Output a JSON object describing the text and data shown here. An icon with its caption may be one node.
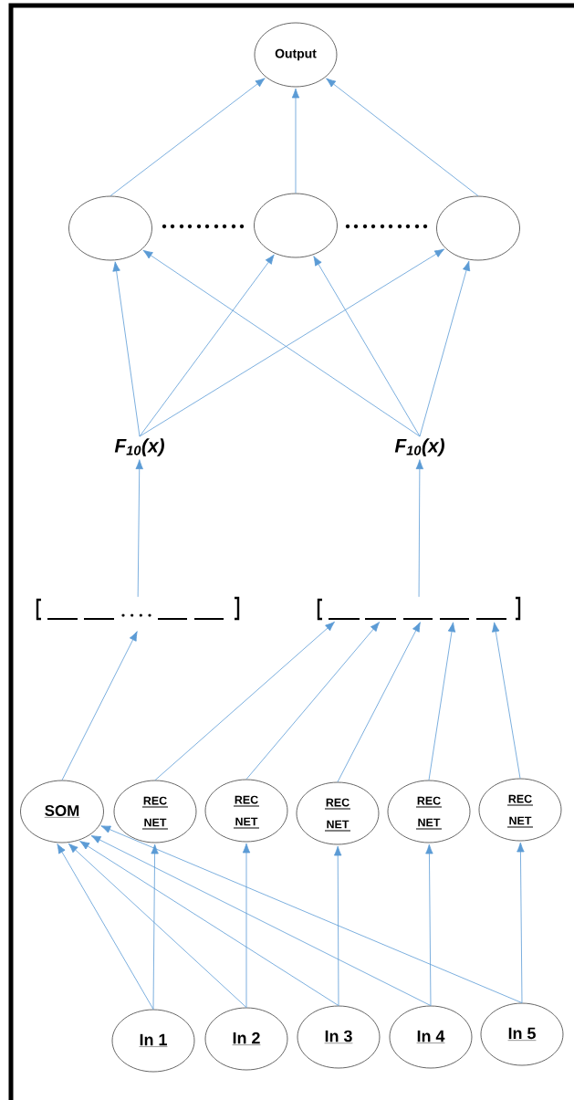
{
  "diagram": {
    "nodes": [
      {
        "text": [
          "Output"
        ]
      },
      {
        "text": [],
        "shape": "circle"
      },
      {
        "text": [],
        "shape": "circle"
      },
      {
        "text": [],
        "shape": "circle"
      },
      {
        "text": [
          "F$_{10}$(x)"
        ]
      },
      {
        "text": [
          "F$_{10}$(x)"
        ]
      },
      {
        "text": [],
        "shape": "bar"
      },
      {
        "text": [],
        "shape": "bar"
      },
      {
        "text": [
          "SOM"
        ]
      },
      {
        "text": [
          "REC NET"
        ]
      },
      {
        "text": [
          "REC NET"
        ]
      },
      {
        "text": [
          "REC NET"
        ]
      },
      {
        "text": [
          "REC NET"
        ]
      },
      {
        "text": [
          "REC NET"
        ]
      },
      {
        "text": [
          "In 1"
        ]
      },
      {
        "text": [
          "In 2"
        ]
      },
      {
        "text": [
          "In 3"
        ]
      },
      {
        "text": [
          "In 4"
        ]
      },
      {
        "text": [
          "In 5"
        ]
      }
    ],
    "edges": [
      {
        "from": 1,
        "to": 0,
        "arrow": "to"
      },
      {
        "from": 2,
        "to": 0,
        "arrow": "to"
      },
      {
        "from": 3,
        "to": 0,
        "arrow": "to"
      },
      {
        "from": 4,
        "to": 1,
        "arrow": "to"
      },
      {
        "from": 4,
        "to": 2,
        "arrow": "to"
      },
      {
        "from": 4,
        "to": 3,
        "arrow": "to"
      },
      {
        "from": 5,
        "to": 1,
        "arrow": "to"
      },
      {
        "from": 5,
        "to": 2,
        "arrow": "to"
      },
      {
        "from": 5,
        "to": 3,
        "arrow": "to"
      },
      {
        "from": 6,
        "to": 4,
        "arrow": "to"
      },
      {
        "from": 7,
        "to": 5,
        "arrow": "to"
      },
      {
        "from": 8,
        "to": 6,
        "arrow": "to"
      },
      {
        "from": 9,
        "to": 7,
        "arrow": "to"
      },
      {
        "from": 10,
        "to": 7,
        "arrow": "to"
      },
      {
        "from": 11,
        "to": 7,
        "arrow": "to"
      },
      {
        "from": 12,
        "to": 7,
        "arrow": "to"
      },
      {
        "from": 13,
        "to": 7,
        "arrow": "to"
      },
      {
        "from": 14,
        "to": 9,
        "arrow": "to"
      },
      {
        "from": 15,
        "to": 10,
        "arrow": "to"
      },
      {
        "from": 16,
        "to": 11,
        "arrow": "to"
      },
      {
        "from": 17,
        "to": 12,
        "arrow": "to"
      },
      {
        "from": 18,
        "to": 13,
        "arrow": "to"
      },
      {
        "from": 14,
        "to": 8,
        "arrow": "to"
      },
      {
        "from": 15,
        "to": 8,
        "arrow": "to"
      },
      {
        "from": 16,
        "to": 8,
        "arrow": "to"
      },
      {
        "from": 17,
        "to": 8,
        "arrow": "to"
      },
      {
        "from": 18,
        "to": 8,
        "arrow": "to"
      }
    ]
  }
}
